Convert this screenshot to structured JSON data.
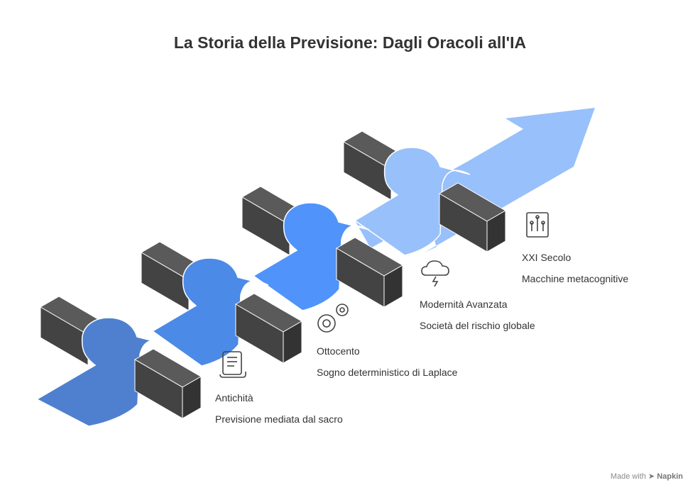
{
  "title": "La Storia della Previsione: Dagli Oracoli all'IA",
  "stages": [
    {
      "label": "Antichità",
      "description": "Previsione mediata dal sacro",
      "icon": "scroll-icon",
      "color": "#4f80d0"
    },
    {
      "label": "Ottocento",
      "description": "Sogno deterministico di Laplace",
      "icon": "gears-icon",
      "color": "#4b8ae6"
    },
    {
      "label": "Modernità Avanzata",
      "description": "Società del rischio globale",
      "icon": "storm-cloud-icon",
      "color": "#4f93fb"
    },
    {
      "label": "XXI Secolo",
      "description": "Macchine metacognitive",
      "icon": "circuit-chip-icon",
      "color": "#98c0fb"
    }
  ],
  "colors": {
    "block": "#434343",
    "block_edge": "#ffffff",
    "text": "#333333",
    "arrow": "#98c0fb"
  },
  "footer": {
    "prefix": "Made with",
    "brand": "Napkin"
  }
}
